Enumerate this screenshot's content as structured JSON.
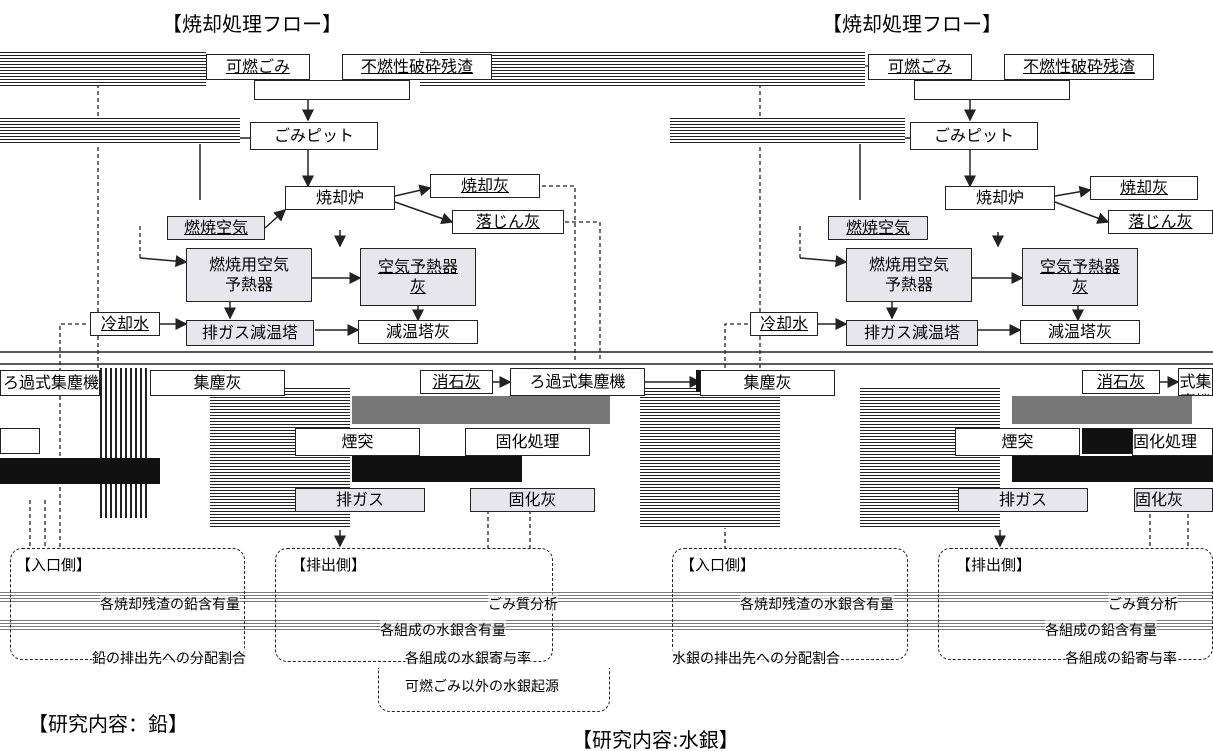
{
  "flow_title": "【焼却処理フロー】",
  "flow": {
    "combustible_waste": "可燃ごみ",
    "noncombustible_residue": "不燃性破砕残渣",
    "waste_pit": "ごみピット",
    "incinerator": "焼却炉",
    "bottom_ash": "焼却灰",
    "grate_siftings": "落じん灰",
    "combustion_air": "燃焼空気",
    "air_preheater": "燃焼用空気\n予熱器",
    "preheater_ash": "空気予熱器\n灰",
    "cooling_water": "冷却水",
    "cooling_tower": "排ガス減温塔",
    "cooling_tower_ash": "減温塔灰",
    "bag_filter": "ろ過式集塵機",
    "fly_ash": "集塵灰",
    "slaked_lime": "消石灰",
    "stack": "煙突",
    "solidification": "固化処理",
    "exhaust_gas": "排ガス",
    "solidified_ash": "固化灰"
  },
  "lead": {
    "inlet_label": "【入口側】",
    "outlet_label": "【排出側】",
    "inlet_items": [
      "各焼却残渣の鉛含有量",
      "鉛の排出先への分配割合"
    ],
    "outlet_items": [
      "ごみ質分析",
      "各組成の鉛含有量"
    ],
    "research_title": "【研究内容：鉛】"
  },
  "mercury": {
    "inlet_label": "【入口側】",
    "outlet_label": "【排出側】",
    "inlet_items": [
      "各焼却残渣の水銀含有量",
      "水銀の排出先への分配割合"
    ],
    "outlet_items": [
      "ごみ質分析",
      "各組成の水銀含有量",
      "各組成の水銀寄与率",
      "可燃ごみ以外の水銀起源"
    ],
    "research_title": "【研究内容:水銀】"
  },
  "lead_outlet_extra": "各組成の鉛寄与率"
}
